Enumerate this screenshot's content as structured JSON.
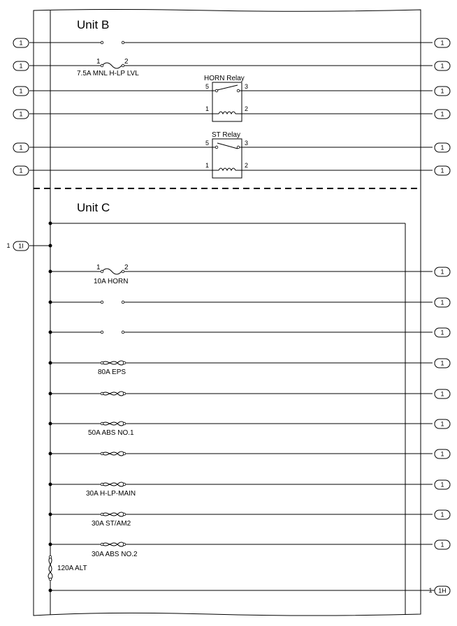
{
  "unit_b": {
    "title": "Unit B",
    "fuse_label": "7.5A MNL H-LP LVL",
    "fuse_pin_left": "1",
    "fuse_pin_right": "2",
    "horn_relay": {
      "title": "HORN Relay",
      "pin_5": "5",
      "pin_3": "3",
      "pin_1": "1",
      "pin_2": "2"
    },
    "st_relay": {
      "title": "ST Relay",
      "pin_5": "5",
      "pin_3": "3",
      "pin_1": "1",
      "pin_2": "2"
    }
  },
  "unit_c": {
    "title": "Unit C",
    "horn_fuse": {
      "label": "10A HORN",
      "pin_left": "1",
      "pin_right": "2"
    },
    "fusible_links": [
      {
        "label": "80A EPS"
      },
      {
        "label": ""
      },
      {
        "label": "50A ABS NO.1"
      },
      {
        "label": ""
      },
      {
        "label": "30A H-LP-MAIN"
      },
      {
        "label": "30A ST/AM2"
      },
      {
        "label": "30A ABS NO.2"
      }
    ],
    "alt_link_label": "120A ALT"
  },
  "connectors": {
    "default": "1",
    "input_1i": {
      "prefix": "1",
      "name": "1I"
    },
    "output_1h": {
      "prefix": "1",
      "name": "1H"
    }
  }
}
